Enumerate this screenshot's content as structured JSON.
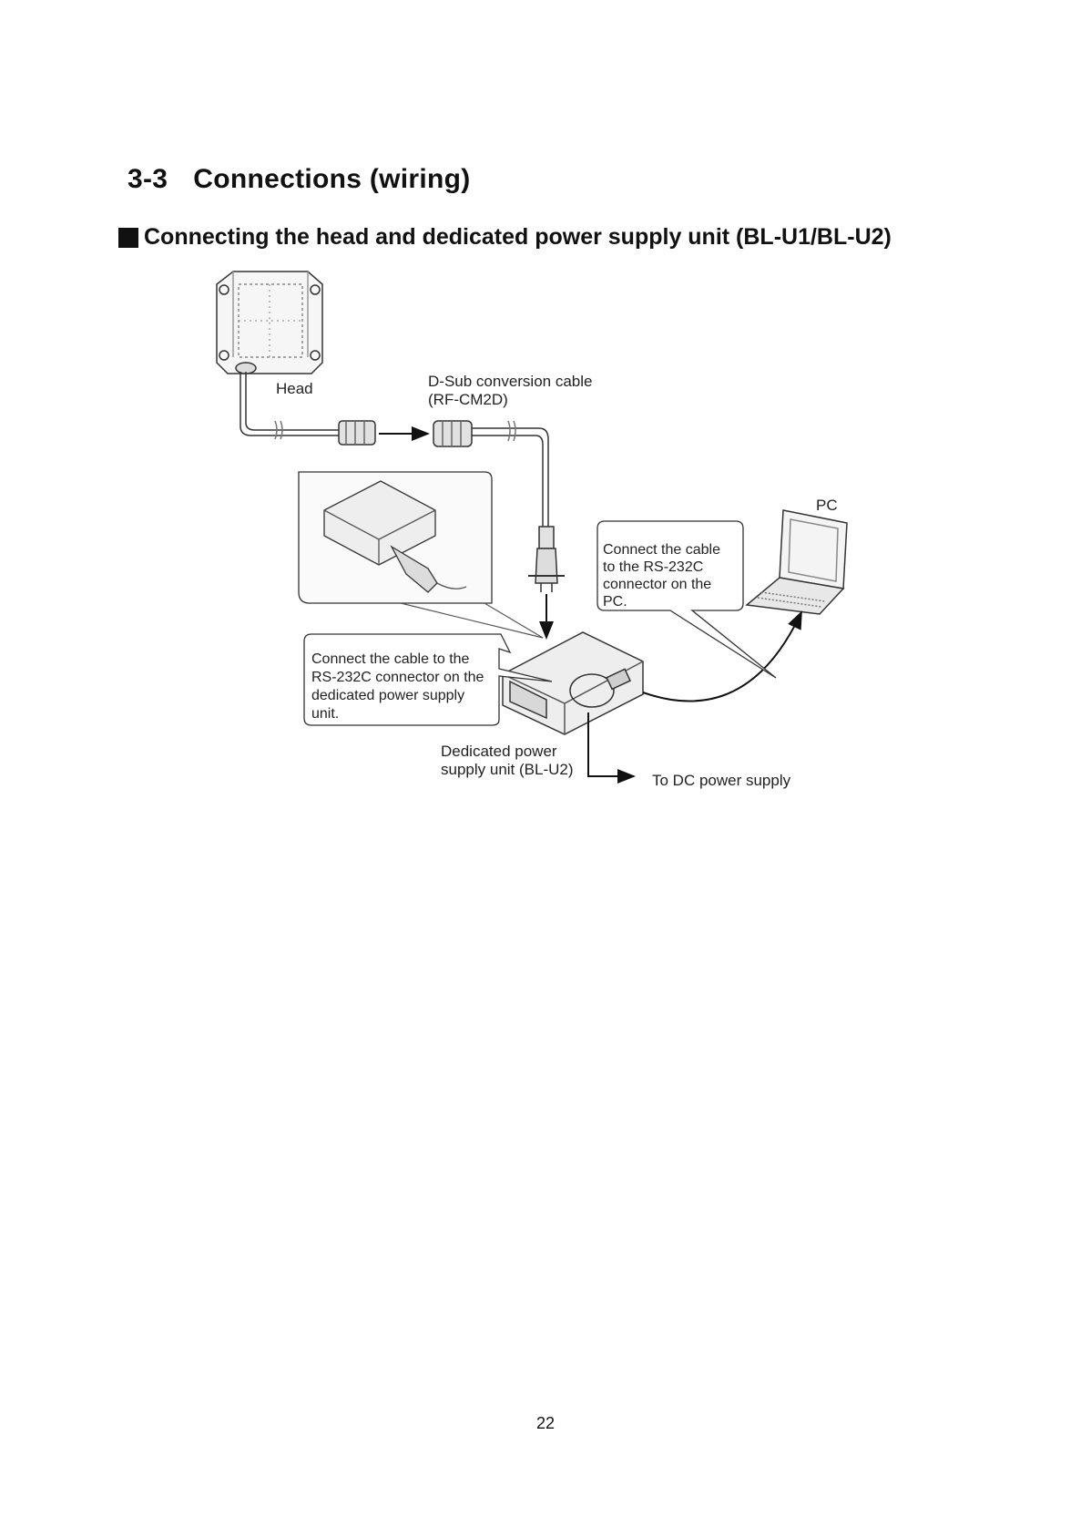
{
  "header": {
    "section_number": "3-3",
    "section_title": "Connections (wiring)",
    "subsection_title": "Connecting the head and dedicated power supply unit (BL-U1/BL-U2)"
  },
  "diagram": {
    "labels": {
      "head": "Head",
      "cable_line1": "D-Sub conversion cable",
      "cable_line2": "(RF-CM2D)",
      "pc": "PC",
      "callout_pc": [
        "Connect the cable",
        "to the RS-232C",
        "connector on the",
        "PC."
      ],
      "callout_psu": [
        "Connect the cable to the",
        "RS-232C connector on the",
        "dedicated power supply",
        "unit."
      ],
      "psu_line1": "Dedicated power",
      "psu_line2": "supply unit (BL-U2)",
      "dc_supply": "To DC power supply"
    }
  },
  "footer": {
    "page_number": "22"
  }
}
